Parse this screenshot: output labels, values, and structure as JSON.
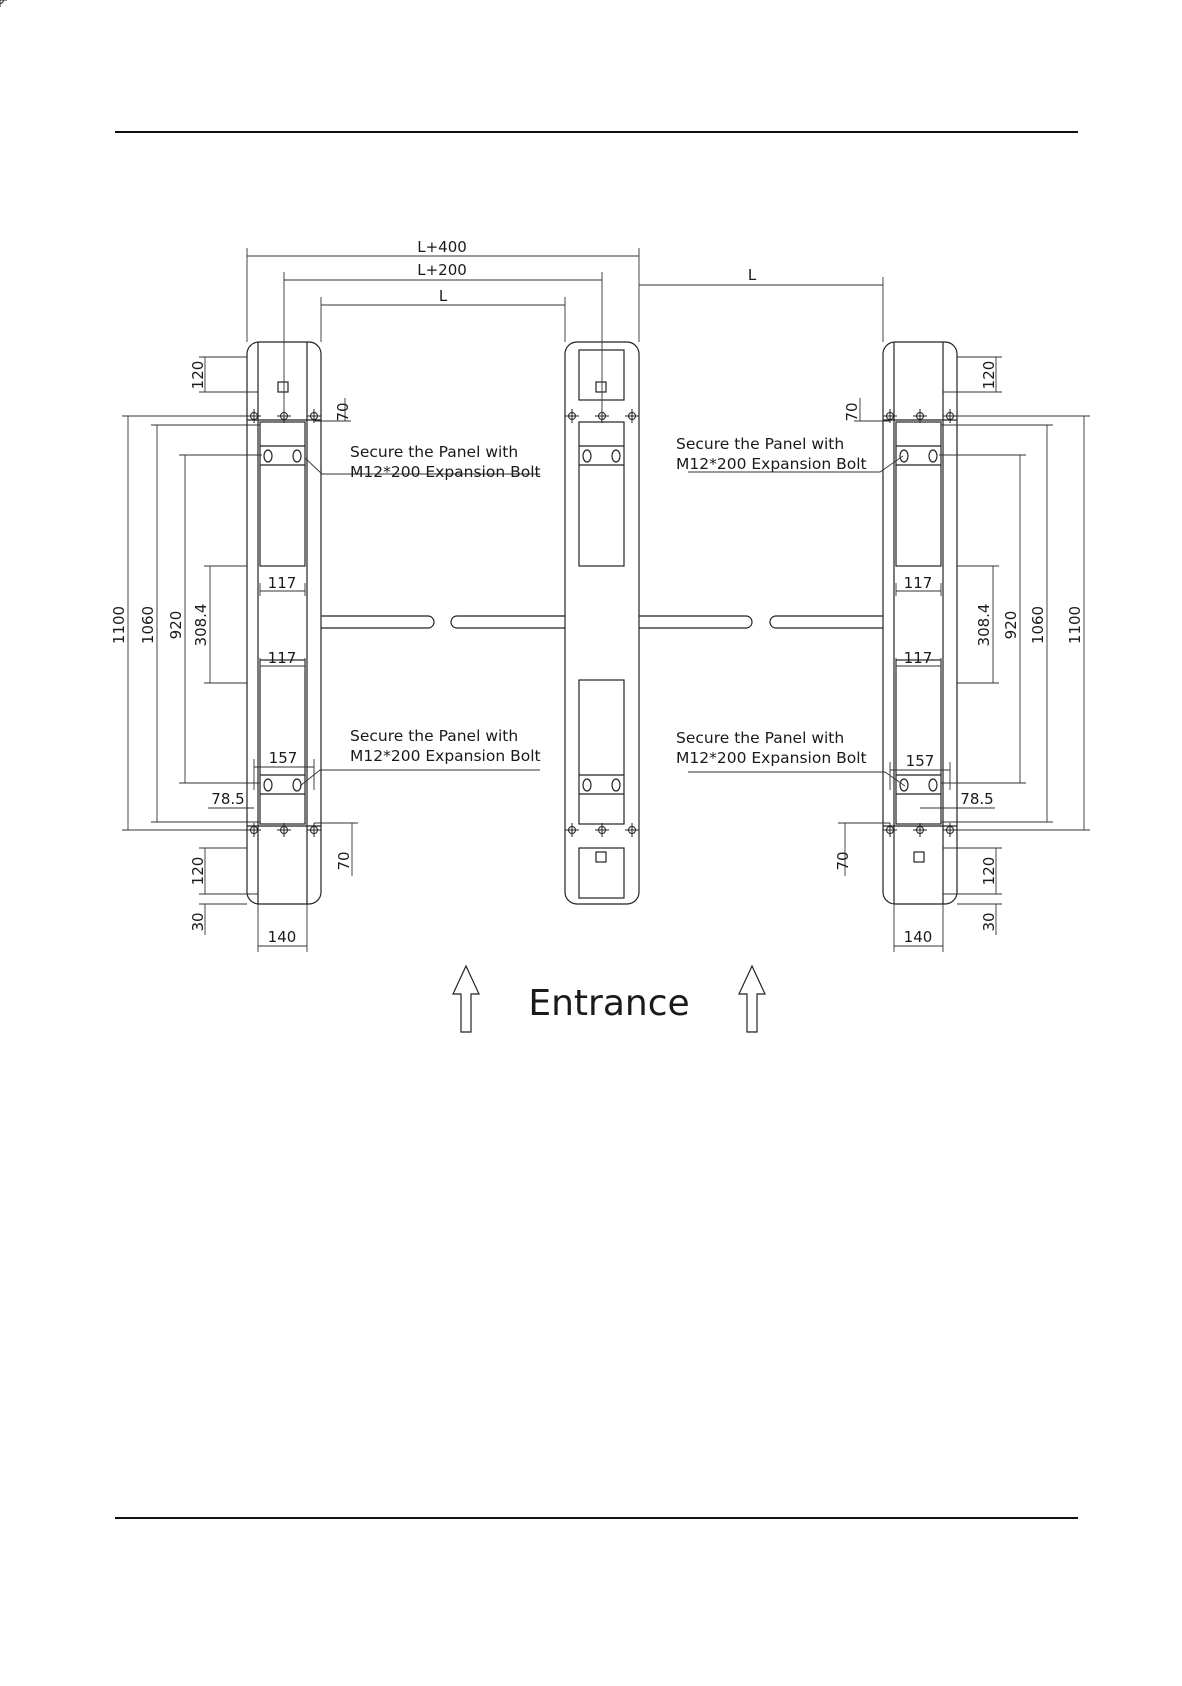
{
  "drawing": {
    "top_dims": {
      "outer": "L+400",
      "middle": "L+200",
      "inner_left": "L",
      "inner_right": "L"
    },
    "dims": {
      "d120": "120",
      "d70": "70",
      "d1100": "1100",
      "d1060": "1060",
      "d920": "920",
      "d308": "308.4",
      "d117": "117",
      "d157": "157",
      "d785": "78.5",
      "d30": "30",
      "d140": "140"
    },
    "note_line1": "Secure the Panel with",
    "note_line2": "M12*200 Expansion Bolt",
    "entrance_label": "Entrance"
  }
}
